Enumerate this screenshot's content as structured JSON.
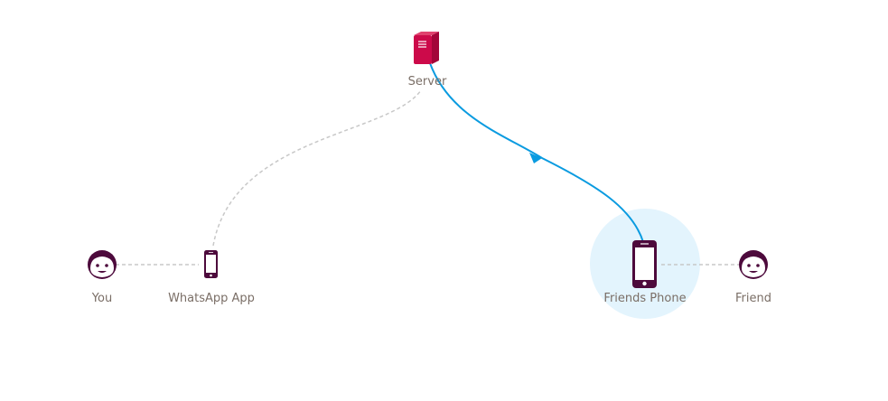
{
  "diagram": {
    "nodes": {
      "server": {
        "label": "Server",
        "icon": "server-icon"
      },
      "you": {
        "label": "You",
        "icon": "face-icon"
      },
      "whatsapp_app": {
        "label": "WhatsApp App",
        "icon": "phone-icon"
      },
      "friends_phone": {
        "label": "Friends Phone",
        "icon": "phone-icon",
        "highlighted": true
      },
      "friend": {
        "label": "Friend",
        "icon": "face-icon"
      }
    },
    "edges": [
      {
        "from": "you",
        "to": "whatsapp_app",
        "style": "dashed"
      },
      {
        "from": "whatsapp_app",
        "to": "server",
        "style": "dashed"
      },
      {
        "from": "server",
        "to": "friends_phone",
        "style": "active-arrow"
      },
      {
        "from": "friends_phone",
        "to": "friend",
        "style": "dashed"
      }
    ],
    "colors": {
      "server": "#cc0a4a",
      "device": "#4d0a3c",
      "active_edge": "#0a9be0",
      "inactive_edge": "#c8c8c8",
      "highlight": "#e3f4fd",
      "label": "#7a6e66"
    }
  }
}
